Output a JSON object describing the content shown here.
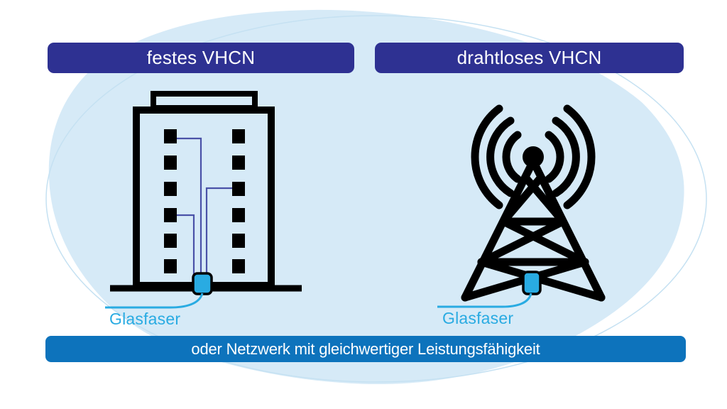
{
  "colors": {
    "header_navy": "#2E3192",
    "footer_blue": "#0D73BC",
    "accent_cyan": "#29ABE2",
    "blob_light_blue": "#D6EAF7",
    "arc_outline_blue": "#C5E1F2",
    "fiber_indigo": "#4A52A8",
    "icon_black": "#000000"
  },
  "headers": {
    "left": "festes VHCN",
    "right": "drahtloses VHCN"
  },
  "panels": {
    "left": {
      "icon": "building-icon",
      "cable_label": "Glasfaser"
    },
    "right": {
      "icon": "radio-tower-icon",
      "cable_label": "Glasfaser"
    }
  },
  "footer": {
    "label": "oder Netzwerk mit gleichwertiger Leistungsfähigkeit"
  }
}
